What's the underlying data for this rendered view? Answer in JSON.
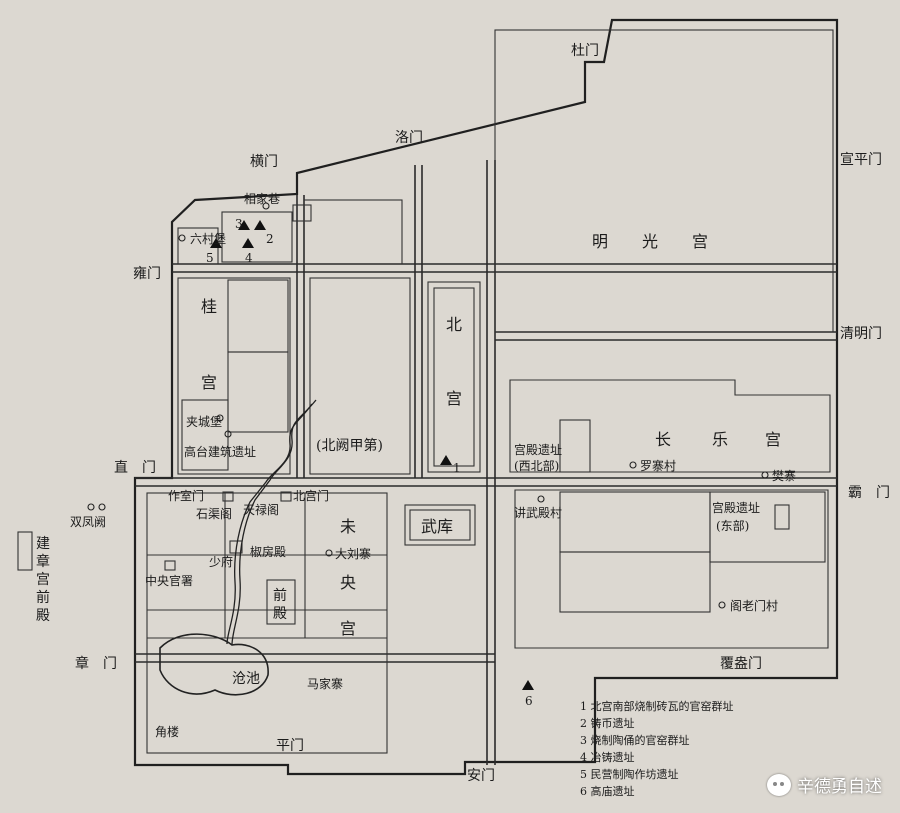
{
  "gates": {
    "du": "杜门",
    "luo": "洛门",
    "heng": "横门",
    "xuanping": "宣平门",
    "yong": "雍门",
    "qingming": "清明门",
    "zhi": "直　门",
    "ba": "霸　门",
    "zhang": "章　门",
    "fuang": "覆盎门",
    "ping": "平门",
    "an": "安门"
  },
  "palaces": {
    "mingguang": [
      "明",
      "光",
      "宫"
    ],
    "gui": [
      "桂",
      "宫"
    ],
    "bei": [
      "北",
      "宫"
    ],
    "changle": [
      "长",
      "乐",
      "宫"
    ],
    "weiyang": [
      "未",
      "央",
      "宫"
    ],
    "jianzhang": [
      "建",
      "章",
      "宫",
      "前",
      "殿"
    ]
  },
  "places": {
    "xiangjiaxiang": "相家巷",
    "liucunpu": "六村堡",
    "jiachengpu": "夹城堡",
    "gaotai": "高台建筑遗址",
    "beiquejia": "(北阙甲第)",
    "gongdian_xb": "宫殿遗址",
    "xibeibu": "(西北部)",
    "luozhaicun": "罗寨村",
    "fanzhai": "樊寨",
    "jiangwudian": "讲武殿村",
    "gongdian_d": "宫殿遗址",
    "dongbu": "(东部)",
    "gelaomen": "阁老门村",
    "wuku": "武库",
    "zuoshimen": "作室门",
    "shiqu": "石渠阁",
    "tianlu": "天禄阁",
    "beigongmen": "北宫门",
    "shaofu": "少府",
    "jiaofang": "椒房殿",
    "dalius": "大刘寨",
    "zhongyang": "中央官署",
    "qiandian": [
      "前",
      "殿"
    ],
    "cangchi": "沧池",
    "majiazhai": "马家寨",
    "jiaolou": "角楼",
    "shuangfengque": "双凤阙"
  },
  "markers": [
    "1",
    "2",
    "3",
    "4",
    "5",
    "6"
  ],
  "legend": [
    "1 北宫南部烧制砖瓦的官窑群址",
    "2 铸币遗址",
    "3 烧制陶俑的官窑群址",
    "4 冶铸遗址",
    "5 民营制陶作坊遗址",
    "6 高庙遗址"
  ],
  "watermark": "辛德勇自述"
}
